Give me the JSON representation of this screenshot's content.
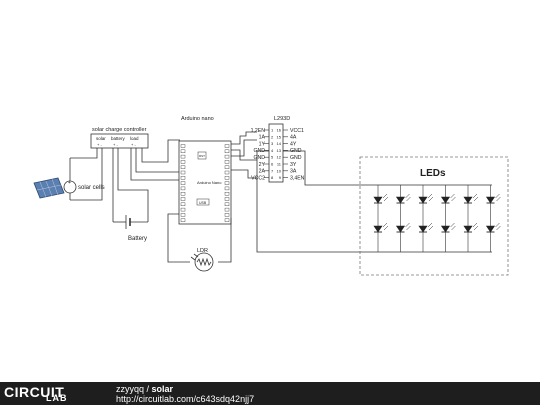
{
  "schematic": {
    "charge_controller": {
      "title": "solar charge controller",
      "terminal_labels": [
        "solar",
        "battery",
        "load"
      ],
      "terminal_signs": [
        "+  -",
        "+  -",
        "+  -"
      ]
    },
    "solar_cells_label": "solar cells",
    "battery_label": "Battery",
    "arduino": {
      "title": "Arduino nano",
      "chip_label": "Arduino Nano",
      "reset_label": "RST",
      "usb_label": "USB"
    },
    "ldr_label": "LDR",
    "driver": {
      "title": "L293D",
      "left_pins": [
        "1,2EN",
        "1A",
        "1Y",
        "GND",
        "GND",
        "2Y",
        "2A",
        "VCC2"
      ],
      "right_pins": [
        "VCC1",
        "4A",
        "4Y",
        "GND",
        "GND",
        "3Y",
        "3A",
        "3,4EN"
      ],
      "left_numbers": [
        "1",
        "2",
        "3",
        "4",
        "5",
        "6",
        "7",
        "8"
      ],
      "right_numbers": [
        "16",
        "15",
        "14",
        "13",
        "12",
        "11",
        "10",
        "9"
      ]
    },
    "leds_label": "LEDs"
  },
  "footer": {
    "brand_circuit": "CIRCUIT",
    "brand_lab": "LAB",
    "user": "zzyyqq",
    "separator": " / ",
    "project": "solar",
    "url": "http://circuitlab.com/c643sdq42njj7"
  }
}
